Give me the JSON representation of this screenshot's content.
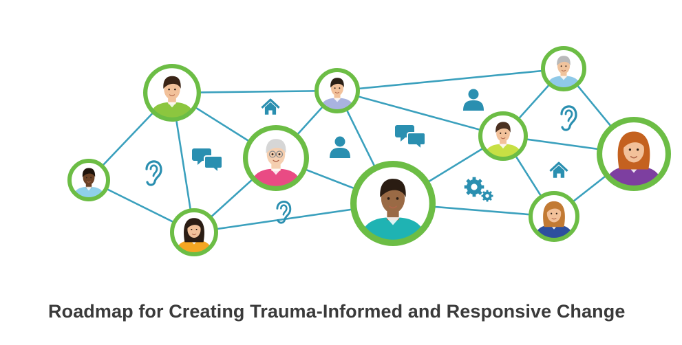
{
  "caption": "Roadmap for Creating Trauma-Informed and Responsive Change",
  "colors": {
    "node_ring": "#6cbd45",
    "edge": "#3aa0bd",
    "icon": "#2a8fb0"
  },
  "nodes": [
    {
      "id": "man-green-shirt",
      "skin": "#f2c19a",
      "hair": "#3a2416",
      "shirt": "#8cc63f"
    },
    {
      "id": "man-lilac-shirt",
      "skin": "#f2c19a",
      "hair": "#2b2016",
      "shirt": "#a9b3e0"
    },
    {
      "id": "elder-man-top-right",
      "skin": "#f0c39c",
      "hair": "#b9b9b9",
      "shirt": "#8fc9e8"
    },
    {
      "id": "man-dark-skin",
      "skin": "#6b4226",
      "hair": "#1f140c",
      "shirt": "#8fd0ea"
    },
    {
      "id": "grandma-glasses",
      "skin": "#f5cfb0",
      "hair": "#d6d6d6",
      "shirt": "#e94b84"
    },
    {
      "id": "man-yellow-shirt",
      "skin": "#f2c19a",
      "hair": "#4a3020",
      "shirt": "#c7e044"
    },
    {
      "id": "woman-purple",
      "skin": "#f2c19a",
      "hair": "#c4611f",
      "shirt": "#7d3fa0"
    },
    {
      "id": "woman-orange-top",
      "skin": "#f2c19a",
      "hair": "#2b1d14",
      "shirt": "#f5a623"
    },
    {
      "id": "man-teal-shirt",
      "skin": "#9a6a45",
      "hair": "#2a1c12",
      "shirt": "#1fb3b3"
    },
    {
      "id": "woman-blue-suit",
      "skin": "#f2c19a",
      "hair": "#c27a34",
      "shirt": "#2d4f9e"
    }
  ],
  "icons": [
    {
      "name": "house-icon"
    },
    {
      "name": "chat-icon"
    },
    {
      "name": "ear-icon"
    },
    {
      "name": "person-icon"
    },
    {
      "name": "chat-icon"
    },
    {
      "name": "ear-icon"
    },
    {
      "name": "person-icon"
    },
    {
      "name": "gears-icon"
    },
    {
      "name": "ear-icon"
    },
    {
      "name": "house-icon"
    }
  ]
}
